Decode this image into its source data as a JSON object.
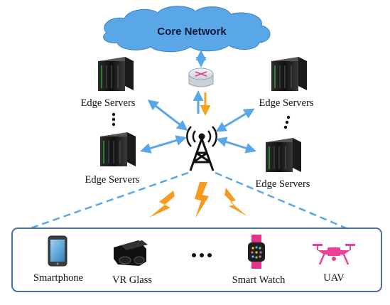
{
  "cloud": {
    "label": "Core Network"
  },
  "servers": {
    "top_left_label": "Edge Servers",
    "bottom_left_label": "Edge Servers",
    "top_right_label": "Edge Servers",
    "bottom_right_label": "Edge Servers"
  },
  "devices": {
    "items": [
      {
        "label": "Smartphone",
        "icon": "smartphone-icon"
      },
      {
        "label": "VR Glass",
        "icon": "vr-glass-icon"
      },
      {
        "label": "Smart Watch",
        "icon": "smart-watch-icon"
      },
      {
        "label": "UAV",
        "icon": "uav-icon"
      }
    ]
  },
  "colors": {
    "cloud_fill": "#5aa7e8",
    "link_arrow": "#5aa7e8",
    "uplink_arrow": "#f3a21a",
    "lightning": "#f59b22",
    "device_box_border": "#4a6fa5",
    "uav": "#ee3f96",
    "watch": "#e2338a"
  }
}
